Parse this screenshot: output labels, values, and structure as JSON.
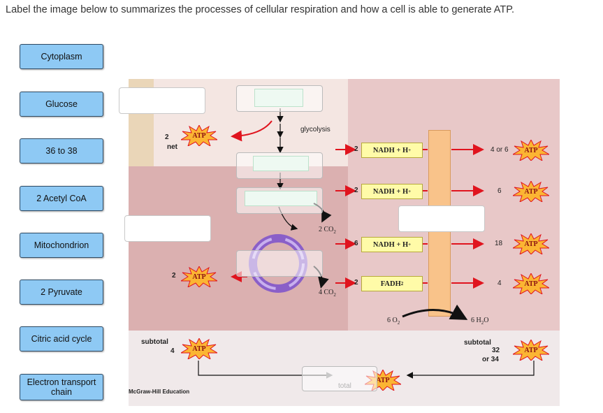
{
  "instruction": "Label the image below to summarizes the processes of cellular respiration and how a cell is able to generate ATP.",
  "labels": [
    {
      "id": "cytoplasm",
      "text": "Cytoplasm"
    },
    {
      "id": "glucose",
      "text": "Glucose"
    },
    {
      "id": "36to38",
      "text": "36 to 38"
    },
    {
      "id": "acetyl",
      "text": "2 Acetyl CoA"
    },
    {
      "id": "mito",
      "text": "Mitochondrion"
    },
    {
      "id": "pyruvate",
      "text": "2 Pyruvate"
    },
    {
      "id": "citric",
      "text": "Citric acid cycle"
    },
    {
      "id": "etc",
      "text": "Electron transport chain"
    }
  ],
  "diagram": {
    "glycolysis": "glycolysis",
    "atp": "ATP",
    "net_num": "2",
    "net_word": "net",
    "nadh": "NADH + H",
    "nadh_sup": "+",
    "fadh": "FADH",
    "fadh_sub": "2",
    "n2": "2",
    "n6": "6",
    "co2_2": "2 CO",
    "co2_4": "4 CO",
    "sub2": "2",
    "atp_left_num": "2",
    "right_4or6": "4 or 6",
    "right_6": "6",
    "right_18": "18",
    "right_4": "4",
    "o2": "6 O",
    "h2o": "6 H",
    "h2o_tail": "O",
    "subtotal": "subtotal",
    "subtotal_left_num": "4",
    "subtotal_right_num1": "32",
    "subtotal_right_num2": "or 34",
    "total": "total",
    "credit": "McGraw-Hill Education"
  },
  "colors": {
    "label_bg": "#8ec9f4",
    "arrow_red": "#e0141e",
    "etc_orange": "#f9c38a",
    "nadh_yellow": "#fffba8",
    "cycle_purple": "#8a5fc8"
  }
}
